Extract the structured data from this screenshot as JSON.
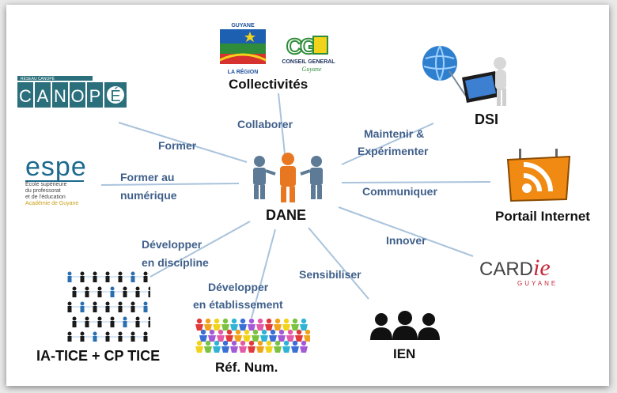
{
  "center": {
    "label": "DANE",
    "icon": "team-icon"
  },
  "nodes": {
    "collectivites": {
      "label": "Collectivités",
      "logo_region_text_top": "GUYANE",
      "logo_region_text_bottom": "LA RÉGION",
      "logo_cg_text": "CONSEIL GENERAL",
      "logo_cg_sub": "Guyane"
    },
    "dsi": {
      "label": "DSI",
      "icon": "computer-network-icon"
    },
    "canope": {
      "label": "CANOPÉ",
      "logo_small_text": "RÉSEAU CANOPÉ"
    },
    "espe": {
      "label": "espe",
      "lines": [
        "École supérieure",
        "du professorat",
        "et de l'éducation",
        "Académie de Guyane"
      ]
    },
    "portail": {
      "label": "Portail Internet",
      "icon": "rss-sign-icon"
    },
    "cardie": {
      "label_main": "CARD",
      "label_ie": "ie",
      "sub": "GUYANE"
    },
    "ia_tice": {
      "label": "IA-TICE + CP TICE",
      "icon": "people-network-icon"
    },
    "ref_num": {
      "label": "Réf. Num.",
      "icon": "crowd-icon"
    },
    "ien": {
      "label": "IEN",
      "icon": "group-icon"
    }
  },
  "edges": {
    "collaborer": "Collaborer",
    "maintenir": [
      "Maintenir &",
      "Expérimenter"
    ],
    "former": "Former",
    "former_numerique": [
      "Former au",
      "numérique"
    ],
    "communiquer": "Communiquer",
    "innover": "Innover",
    "developper_discipline": [
      "Développer",
      "en discipline"
    ],
    "developper_etab": [
      "Développer",
      "en établissement"
    ],
    "sensibiliser": "Sensibiliser"
  },
  "colors": {
    "edge_text": "#3f5f8a",
    "line": "#a9c3dc",
    "canope": "#2a6f7b",
    "espe": "#1d6a8e",
    "cardie": "#c6283a",
    "dane_person": "#e87722",
    "side_person": "#5d7a96"
  }
}
